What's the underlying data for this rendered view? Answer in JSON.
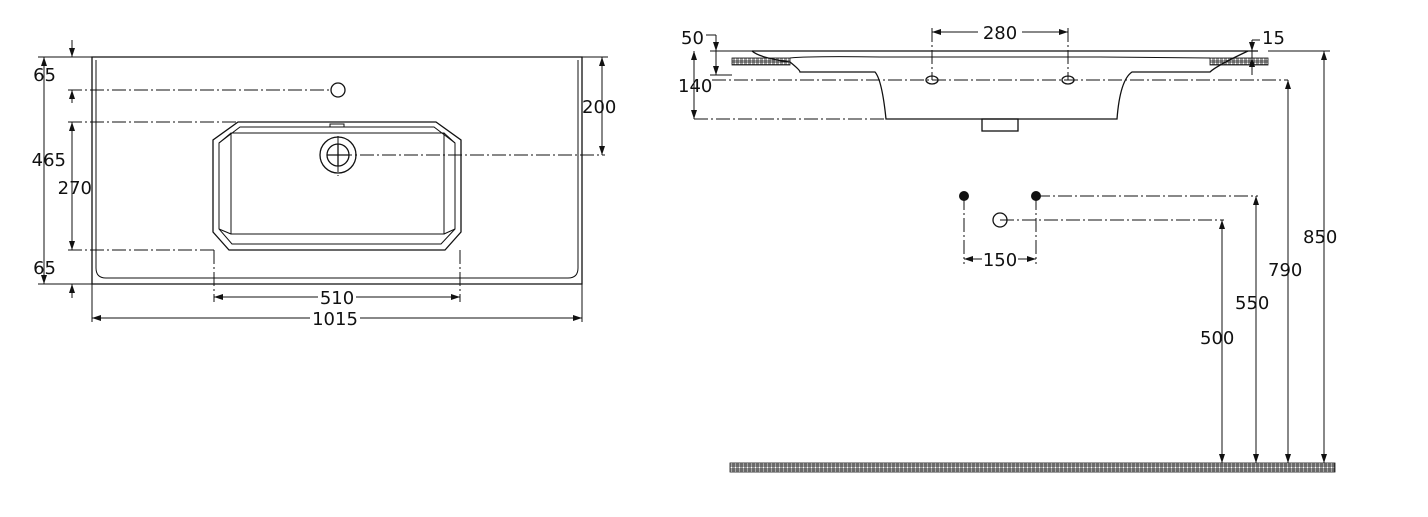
{
  "top_view": {
    "dims": {
      "d65_top": "65",
      "d465": "465",
      "d270": "270",
      "d65_bottom": "65",
      "d200": "200",
      "d510": "510",
      "d1015": "1015"
    }
  },
  "side_view": {
    "dims": {
      "d50": "50",
      "d140": "140",
      "d280": "280",
      "d15": "15",
      "d150": "150",
      "d850": "850",
      "d790": "790",
      "d550": "550",
      "d500": "500"
    }
  }
}
